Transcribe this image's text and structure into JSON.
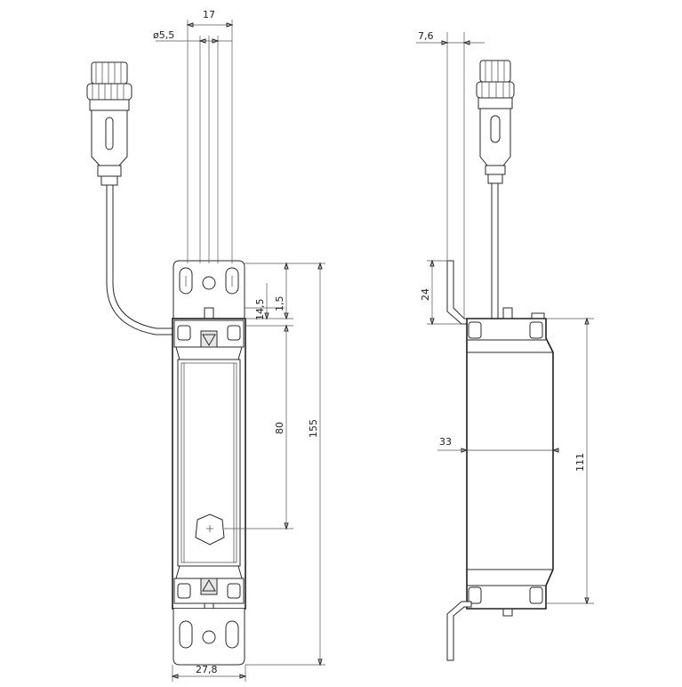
{
  "dimensions": {
    "front_view": {
      "cable_diameter": "ø5,5",
      "top_width": "17",
      "slot_height_1": "14,5",
      "slot_height_2": "1,5",
      "sensor_length": "80",
      "total_length": "155",
      "housing_width": "27,8"
    },
    "side_view": {
      "bracket_offset": "7,6",
      "bracket_height": "24",
      "housing_depth": "33",
      "housing_length": "111"
    }
  },
  "icons": [
    "m12-connector-icon",
    "cable-icon",
    "mounting-bracket-icon",
    "sensor-housing-icon",
    "actuator-target-icon"
  ]
}
